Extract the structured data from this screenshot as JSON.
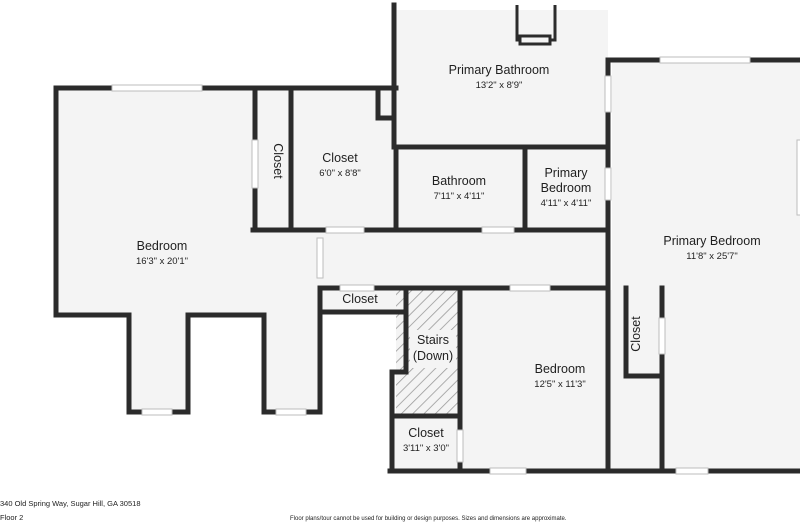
{
  "rooms": {
    "primary_bathroom": {
      "name": "Primary Bathroom",
      "dims": "13'2\" x 8'9\""
    },
    "closet_narrow": {
      "name": "Closet"
    },
    "closet_upper": {
      "name": "Closet",
      "dims": "6'0\" x 8'8\""
    },
    "bathroom": {
      "name": "Bathroom",
      "dims": "7'11\" x 4'11\""
    },
    "primary_bedroom_small": {
      "name": "Primary Bedroom",
      "dims": "4'11\" x 4'11\""
    },
    "bedroom_left": {
      "name": "Bedroom",
      "dims": "16'3\" x 20'1\""
    },
    "primary_bedroom": {
      "name": "Primary Bedroom",
      "dims": "11'8\" x 25'7\""
    },
    "closet_hall": {
      "name": "Closet"
    },
    "stairs": {
      "name": "Stairs",
      "note": "(Down)"
    },
    "bedroom_right": {
      "name": "Bedroom",
      "dims": "12'5\" x 11'3\""
    },
    "closet_vertical": {
      "name": "Closet"
    },
    "closet_small": {
      "name": "Closet",
      "dims": "3'11\" x 3'0\""
    }
  },
  "footer": {
    "address": "340 Old Spring Way, Sugar Hill, GA 30518",
    "floor": "Floor 2",
    "disclaimer": "Floor plans/tour cannot be used for building or design purposes. Sizes and dimensions are approximate."
  },
  "colors": {
    "wall": "#2b2b2b",
    "floor": "#f4f4f4",
    "window": "#ffffff",
    "stairs_hatch": "#888888"
  }
}
